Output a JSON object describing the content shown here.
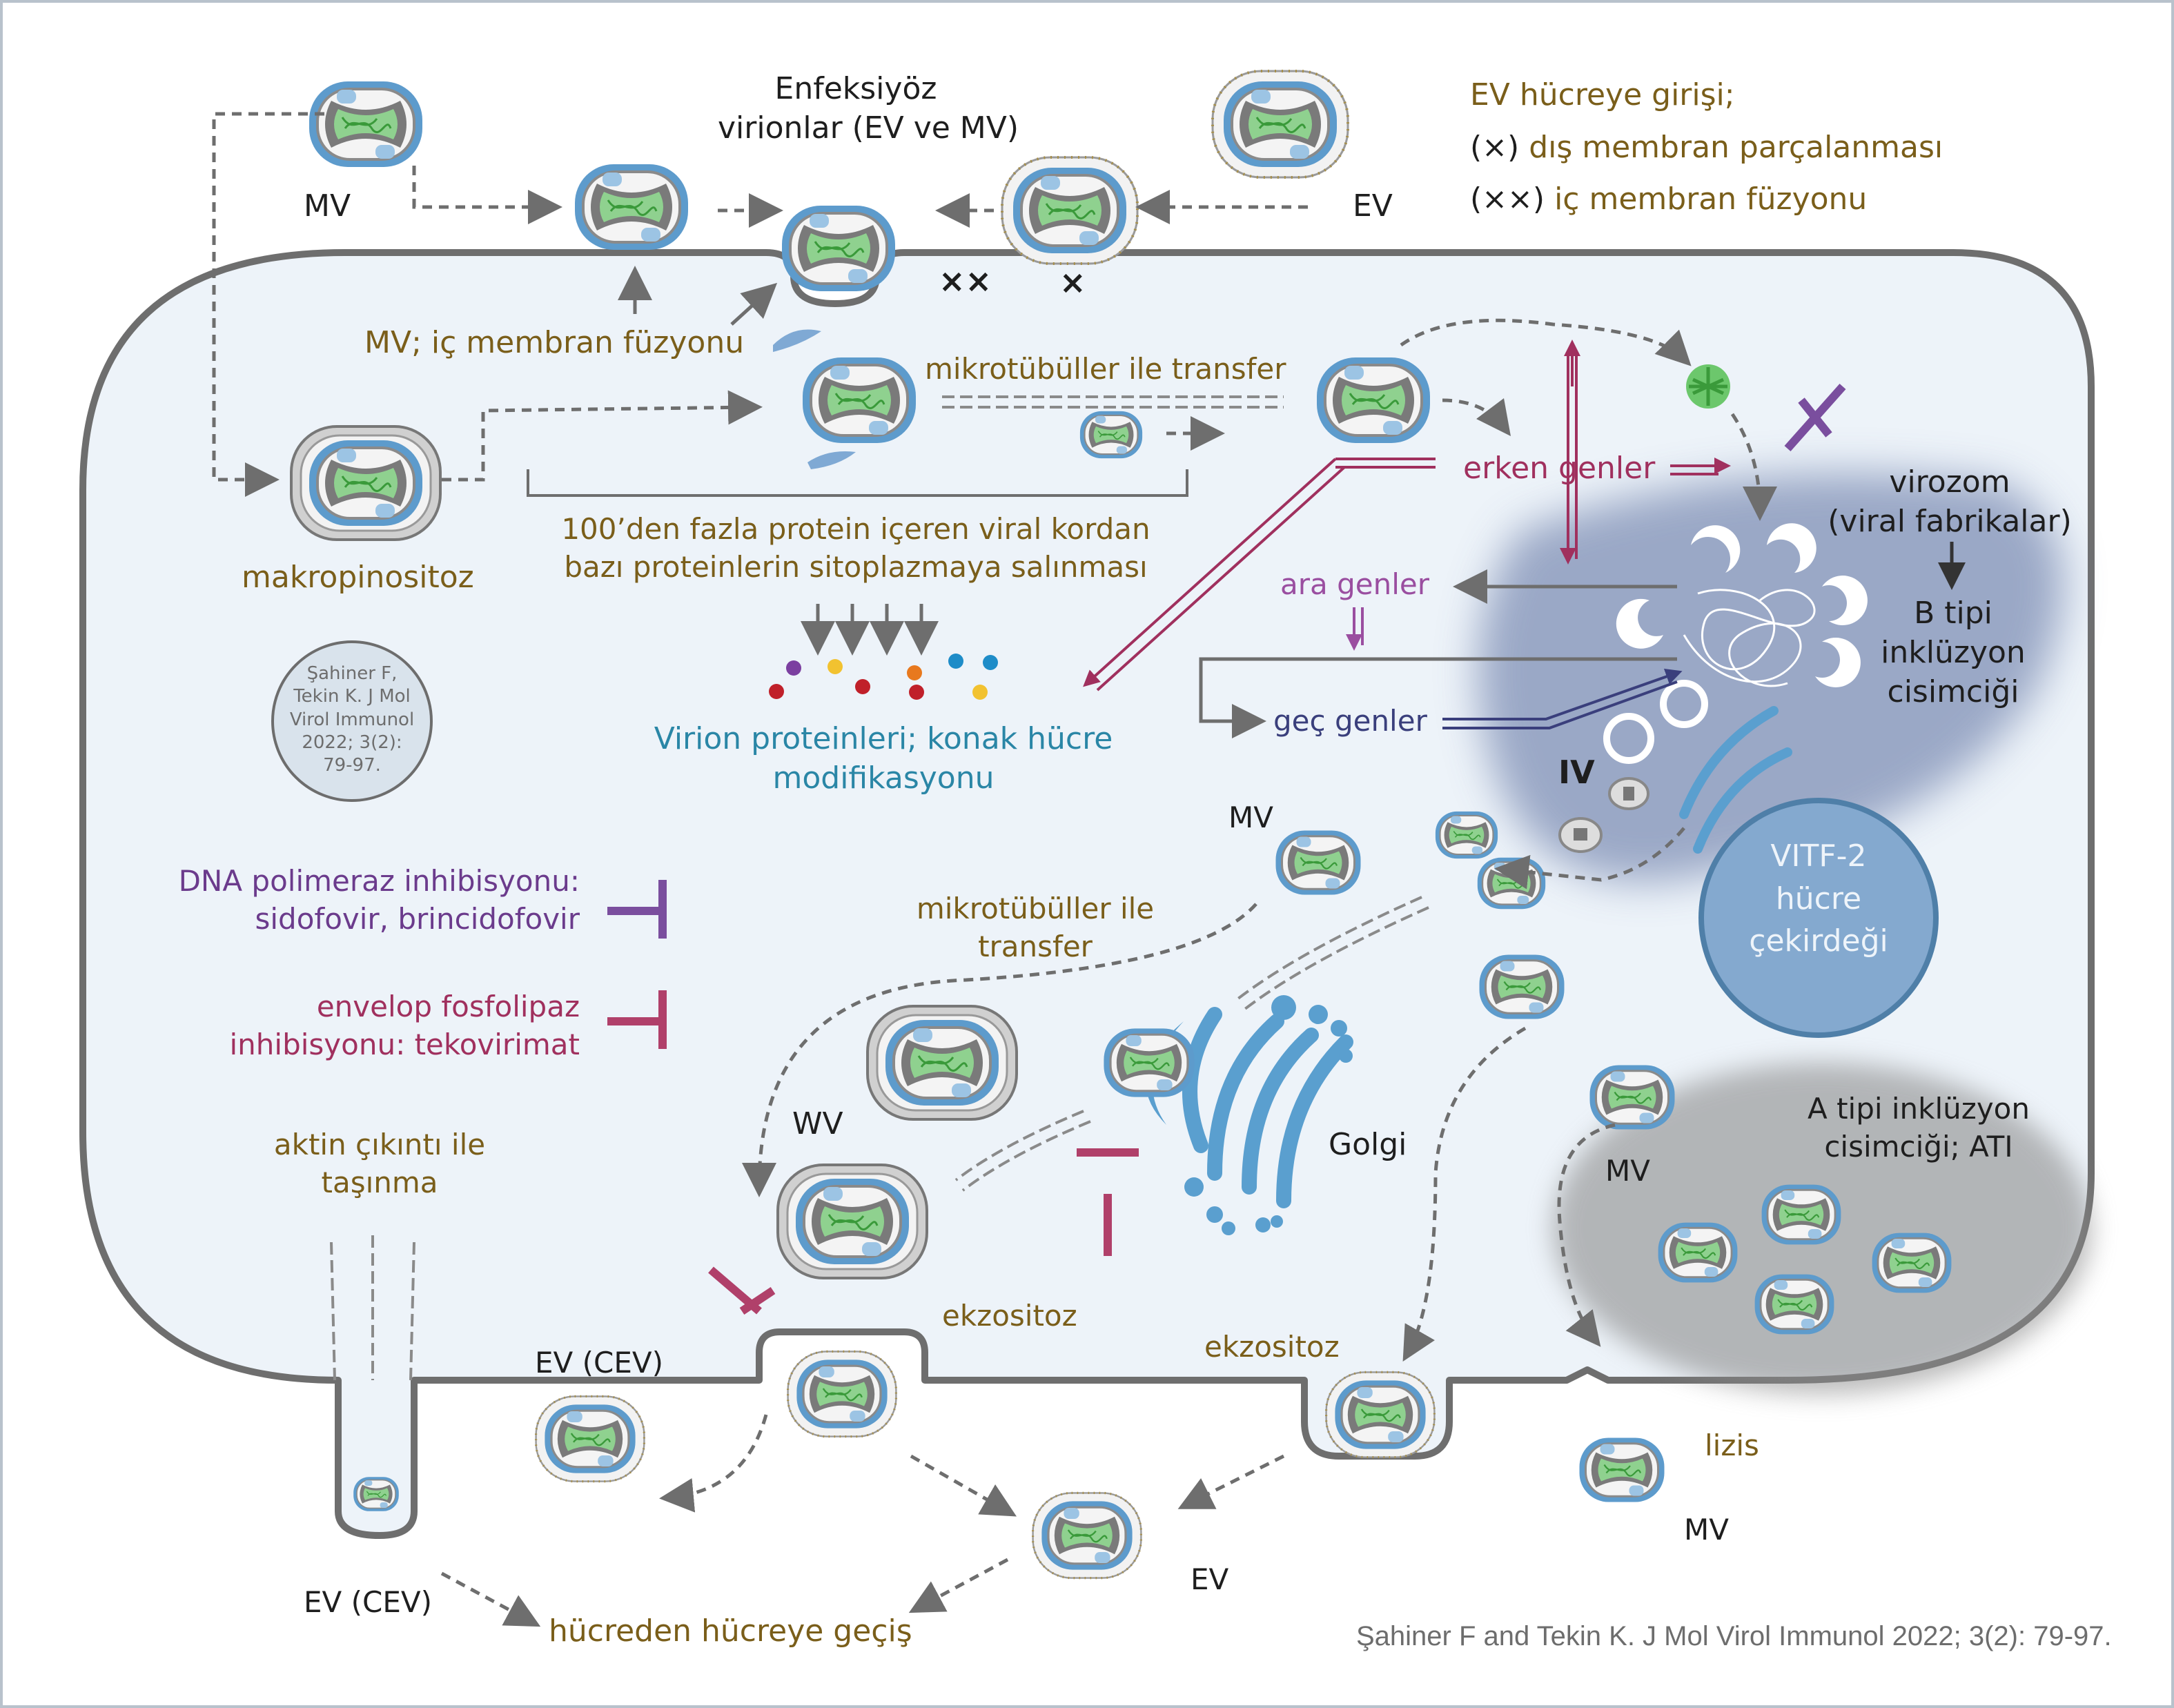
{
  "diagram": {
    "infectious_title_1": "Enfeksiyöz",
    "infectious_title_2": "virionlar (EV ve MV)",
    "mv_top": "MV",
    "ev_top": "EV",
    "ev_entry_title": "EV hücreye girişi;",
    "ev_entry_1_sym": "(×)",
    "ev_entry_1_text": " dış membran parçalanması",
    "ev_entry_2_sym": "(××)",
    "ev_entry_2_text": " iç membran füzyonu",
    "mark_double": "××",
    "mark_single": "×",
    "mv_fusion": "MV; iç membran füzyonu",
    "microtubule_transfer_top": "mikrotübüller ile transfer",
    "early_genes": "erken genler",
    "virosome_1": "virozom",
    "virosome_2": "(viral fabrikalar)",
    "b_type_1": "B tipi",
    "b_type_2": "inklüzyon",
    "b_type_3": "cisimciği",
    "macropinocytosis": "makropinositoz",
    "core_release_1": "100’den fazla protein içeren viral kordan",
    "core_release_2": "bazı proteinlerin sitoplazmaya salınması",
    "intermediate_genes": "ara genler",
    "late_genes": "geç genler",
    "virion_proteins_1": "Virion proteinleri; konak hücre",
    "virion_proteins_2": "modifikasyonu",
    "citation_badge": [
      "Şahiner F,",
      "Tekin K. J Mol",
      "Virol Immunol",
      "2022; 3(2):",
      "79-97."
    ],
    "iv": "IV",
    "mv_mid": "MV",
    "nucleus_1": "VITF-2",
    "nucleus_2": "hücre",
    "nucleus_3": "çekirdeği",
    "dna_pol_1": "DNA polimeraz inhibisyonu:",
    "dna_pol_2": "sidofovir, brincidofovir",
    "microtubule_transfer_mid_1": "mikrotübüller ile",
    "microtubule_transfer_mid_2": "transfer",
    "envelope_1": "envelop fosfolipaz",
    "envelope_2": "inhibisyonu: tekovirimat",
    "wv": "WV",
    "golgi": "Golgi",
    "a_type_1": "A tipi inklüzyon",
    "a_type_2": "cisimciği; ATI",
    "mv_right": "MV",
    "actin_1": "aktin çıkıntı ile",
    "actin_2": "taşınma",
    "exocytosis_1": "ekzositoz",
    "exocytosis_2": "ekzositoz",
    "ev_cev_mid": "EV (CEV)",
    "ev_cev_bottom": "EV (CEV)",
    "lysis": "lizis",
    "mv_bottom": "MV",
    "ev_bottom": "EV",
    "cell_to_cell": "hücreden hücreye geçiş",
    "footer_citation": "Şahiner F and Tekin K. J Mol Virol Immunol 2022; 3(2): 79-97."
  },
  "colors": {
    "cell_fill": "#edf3f9",
    "membrane": "#6e6e6e",
    "virosome": "#7f8fb5",
    "ati": "#8c8c8c",
    "nucleus": "#84a9cf",
    "olive_text": "#7a5e1a",
    "magenta": "#a0305e",
    "purple": "#6b3b8c",
    "navy": "#3a3f7c",
    "teal_text": "#2a86a6",
    "virion_blue": "#5d9bcc",
    "virion_green": "#4caf50",
    "inhibitor_purple": "#7a4e9e",
    "inhibitor_magenta": "#b0406a"
  },
  "protein_dot_colors": [
    "#7b3fa0",
    "#f2c230",
    "#c0202a",
    "#e8791e",
    "#1e8cc8"
  ]
}
